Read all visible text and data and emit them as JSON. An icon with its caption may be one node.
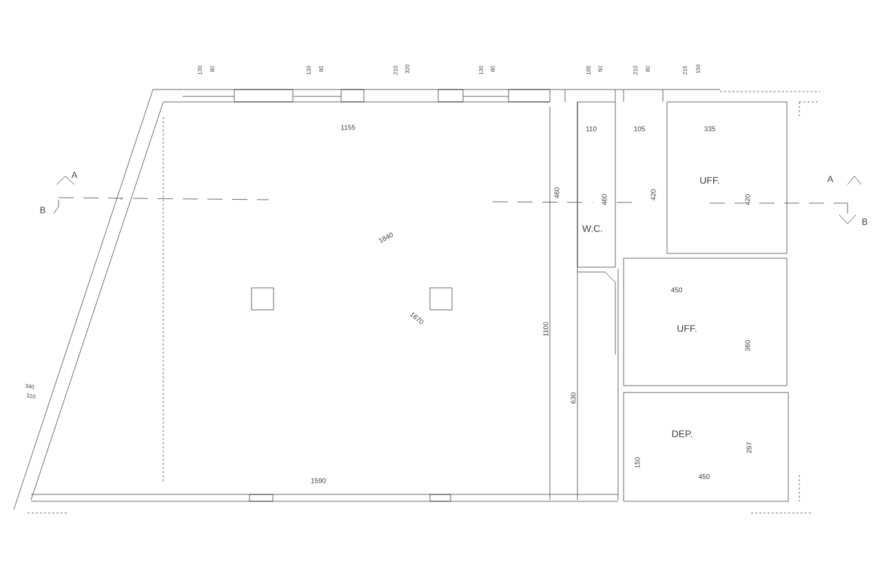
{
  "diagram": {
    "nodes": [
      {
        "text": [
          "UFF."
        ]
      },
      {
        "text": [
          "W.C."
        ]
      },
      {
        "text": [
          "UFF."
        ]
      },
      {
        "text": [
          "DEP."
        ]
      }
    ],
    "labels": [
      "130",
      "80",
      "130",
      "80",
      "210",
      "320",
      "130",
      "80",
      "185",
      "60",
      "210",
      "80",
      "215",
      "150",
      "1155",
      "110",
      "105",
      "335",
      "A",
      "A",
      "B",
      "B",
      "460",
      "460",
      "420",
      "420",
      "1840",
      "450",
      "1670",
      "360",
      "1100",
      "340",
      "310",
      "630",
      "297",
      "150",
      "450",
      "1590"
    ]
  }
}
